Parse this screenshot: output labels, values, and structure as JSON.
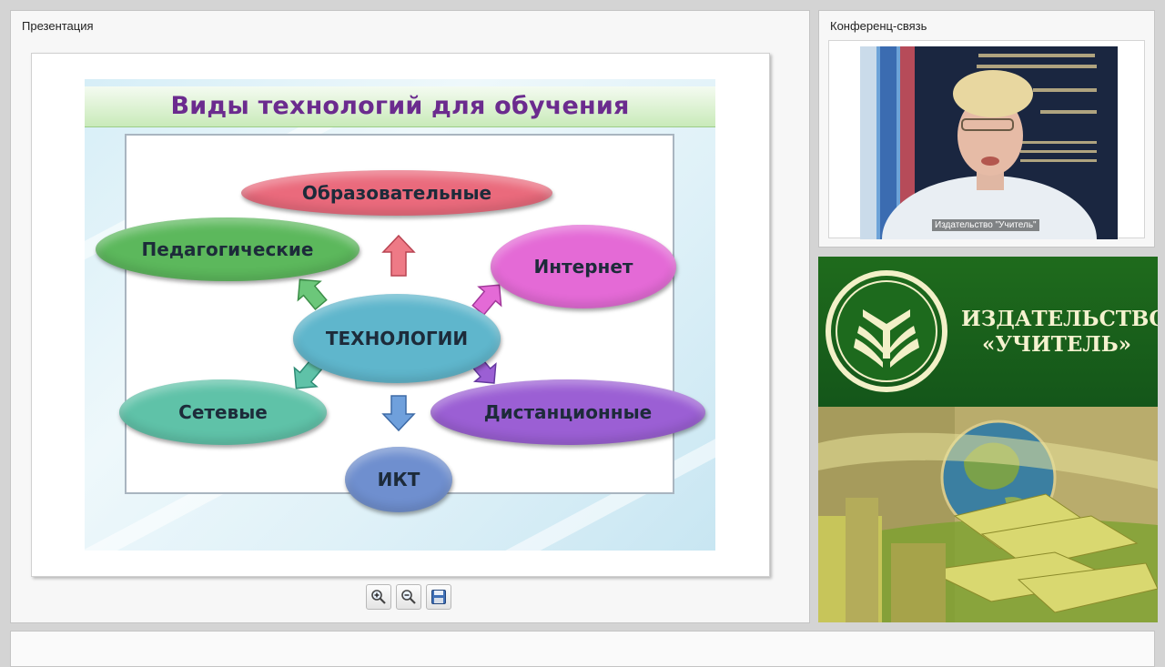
{
  "presentation": {
    "title": "Презентация",
    "slide": {
      "heading": "Виды технологий для обучения",
      "nodes": {
        "center": "ТЕХНОЛОГИИ",
        "educational": "Образовательные",
        "pedagogical": "Педагогические",
        "internet": "Интернет",
        "network": "Сетевые",
        "distance": "Дистанционные",
        "ict": "ИКТ"
      }
    },
    "toolbar": {
      "zoom_in_icon": "zoom-in-icon",
      "zoom_out_icon": "zoom-out-icon",
      "save_icon": "save-icon"
    }
  },
  "conference": {
    "title": "Конференц-связь",
    "participant_caption": "Издательство \"Учитель\""
  },
  "banner": {
    "publisher_line1": "ИЗДАТЕЛЬСТВО",
    "publisher_line2": "«УЧИТЕЛЬ»"
  },
  "colors": {
    "slide_heading": "#6b2b8e",
    "node_educational": "#ea6a7c",
    "node_pedagogical": "#5cb85c",
    "node_internet": "#e46ad6",
    "node_center": "#5fb6cc",
    "node_network": "#5fc2a8",
    "node_distance": "#9b5fd4",
    "node_ict": "#6f8fcf",
    "banner_green": "#1b611b"
  }
}
